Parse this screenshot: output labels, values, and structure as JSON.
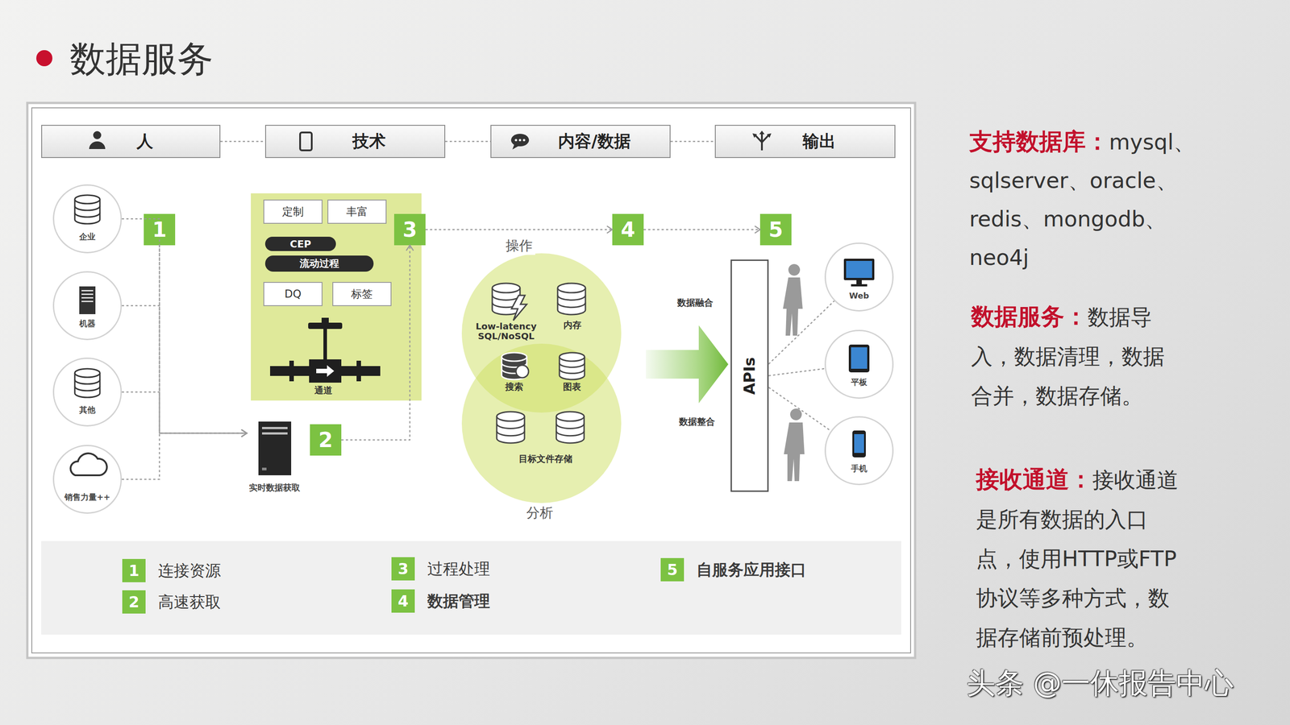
{
  "diagram": {
    "title": "数据服务",
    "nodes": [
      {
        "text": [
          "人"
        ]
      },
      {
        "text": [
          "技术"
        ]
      },
      {
        "text": [
          "内容/数据"
        ]
      },
      {
        "text": [
          "输出"
        ]
      },
      {
        "text": [
          "企业"
        ]
      },
      {
        "text": [
          "机器"
        ]
      },
      {
        "text": [
          "其他"
        ]
      },
      {
        "text": [
          "销售力量++"
        ]
      },
      {
        "text": [
          "1"
        ]
      },
      {
        "text": [
          "通道"
        ]
      },
      {
        "text": [
          "定制"
        ],
        "in": 9
      },
      {
        "text": [
          "丰富"
        ],
        "in": 9
      },
      {
        "text": [
          "CEP"
        ],
        "in": 9
      },
      {
        "text": [
          "流动过程"
        ],
        "in": 9
      },
      {
        "text": [
          "DQ"
        ],
        "in": 9
      },
      {
        "text": [
          "标签"
        ],
        "in": 9
      },
      {
        "text": [
          "3"
        ]
      },
      {
        "text": [
          "4"
        ]
      },
      {
        "text": [
          "5"
        ]
      },
      {
        "text": [
          "Low-latency SQL/NoSQL",
          "内存"
        ]
      },
      {
        "text": [
          "搜索",
          "图表",
          "目标文件存储"
        ]
      },
      {
        "text": [
          "APIs"
        ]
      },
      {
        "text": [
          "Web"
        ]
      },
      {
        "text": [
          "平板"
        ]
      },
      {
        "text": [
          "手机"
        ]
      },
      {
        "text": [
          "实时数据获取"
        ]
      },
      {
        "text": [
          "2"
        ]
      }
    ],
    "edges": [
      {
        "from": 0,
        "to": 1,
        "arrow": "none"
      },
      {
        "from": 1,
        "to": 2,
        "arrow": "none"
      },
      {
        "from": 2,
        "to": 3,
        "arrow": "none"
      },
      {
        "from": 4,
        "to": 25,
        "arrow": "to"
      },
      {
        "from": 5,
        "to": 25,
        "arrow": "to"
      },
      {
        "from": 6,
        "to": 25,
        "arrow": "to"
      },
      {
        "from": 7,
        "to": 25,
        "arrow": "to"
      },
      {
        "from": 8,
        "to": 25,
        "arrow": "to"
      },
      {
        "from": 26,
        "to": 16,
        "arrow": "to"
      },
      {
        "from": 16,
        "to": 17,
        "label": "操作",
        "arrow": "to"
      },
      {
        "from": 17,
        "to": 18,
        "arrow": "to"
      },
      {
        "from": 21,
        "to": 22,
        "arrow": "none"
      },
      {
        "from": 21,
        "to": 23,
        "arrow": "none"
      },
      {
        "from": 21,
        "to": 24,
        "arrow": "none"
      }
    ],
    "labels": [
      "分析",
      "数据融合",
      "数据整合",
      "1",
      "2",
      "3",
      "4",
      "5",
      "支持数据库：",
      "mysql、sqlserver、oracle、redis、mongodb、neo4j",
      "数据服务：",
      "数据导入，数据清理，数据合并，数据存储。",
      "接收通道：",
      "接收通道是所有数据的入口点，使用HTTP或FTP协议等多种方式，数据存储前预处理。",
      "头条 @一休报告中心"
    ],
    "legend": [
      {
        "text": "连接资源",
        "color": "#7cc242"
      },
      {
        "text": "高速获取",
        "color": "#7cc242"
      },
      {
        "text": "过程处理",
        "color": "#7cc242"
      },
      {
        "text": "数据管理",
        "color": "#7cc242"
      },
      {
        "text": "自服务应用接口",
        "color": "#7cc242"
      }
    ]
  }
}
